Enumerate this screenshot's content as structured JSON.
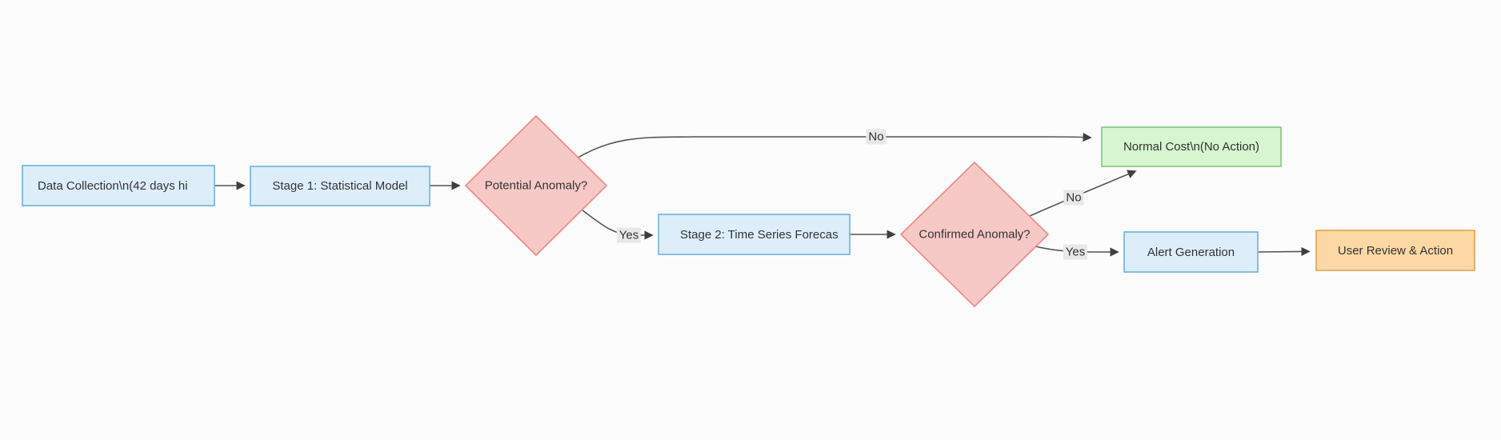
{
  "diagram": {
    "type": "flowchart",
    "direction": "left-to-right",
    "nodes": {
      "data_collection": {
        "label": "Data Collection\\n(42 days hi",
        "shape": "rect",
        "fill": "#ddeefa",
        "border": "#6fb8dc",
        "truncated": true
      },
      "stage1": {
        "label": "Stage 1: Statistical Model",
        "shape": "rect",
        "fill": "#ddeefa",
        "border": "#6fb8dc"
      },
      "potential_anomaly": {
        "label": "Potential Anomaly?",
        "shape": "diamond",
        "fill": "#f6c9c7",
        "border": "#ee8a87"
      },
      "stage2": {
        "label": "Stage 2: Time Series Forecas",
        "shape": "rect",
        "fill": "#ddeefa",
        "border": "#6fb8dc",
        "truncated": true
      },
      "confirmed_anomaly": {
        "label": "Confirmed Anomaly?",
        "shape": "diamond",
        "fill": "#f6c9c7",
        "border": "#ee8a87"
      },
      "normal_cost": {
        "label": "Normal Cost\\n(No Action)",
        "shape": "rect",
        "fill": "#d7f5cf",
        "border": "#86c986"
      },
      "alert_generation": {
        "label": "Alert Generation",
        "shape": "rect",
        "fill": "#ddeefa",
        "border": "#6fb8dc"
      },
      "user_review": {
        "label": "User Review & Action",
        "shape": "rect",
        "fill": "#fcd9a4",
        "border": "#eaa64f"
      }
    },
    "edges": {
      "data_to_stage1": {
        "from": "data_collection",
        "to": "stage1",
        "label": ""
      },
      "stage1_to_potential": {
        "from": "stage1",
        "to": "potential_anomaly",
        "label": ""
      },
      "potential_no": {
        "from": "potential_anomaly",
        "to": "normal_cost",
        "label": "No"
      },
      "potential_yes": {
        "from": "potential_anomaly",
        "to": "stage2",
        "label": "Yes"
      },
      "stage2_to_confirmed": {
        "from": "stage2",
        "to": "confirmed_anomaly",
        "label": ""
      },
      "confirmed_no": {
        "from": "confirmed_anomaly",
        "to": "normal_cost",
        "label": "No"
      },
      "confirmed_yes": {
        "from": "confirmed_anomaly",
        "to": "alert_generation",
        "label": "Yes"
      },
      "alert_to_review": {
        "from": "alert_generation",
        "to": "user_review",
        "label": ""
      }
    },
    "colors": {
      "process_fill": "#ddeefa",
      "process_border": "#6fb8dc",
      "decision_fill": "#f6c9c7",
      "decision_border": "#ee8a87",
      "success_fill": "#d7f5cf",
      "success_border": "#86c986",
      "action_fill": "#fcd9a4",
      "action_border": "#eaa64f",
      "edge_stroke": "#545454",
      "text": "#333333",
      "edge_label_bg": "#e8e8e8"
    }
  }
}
